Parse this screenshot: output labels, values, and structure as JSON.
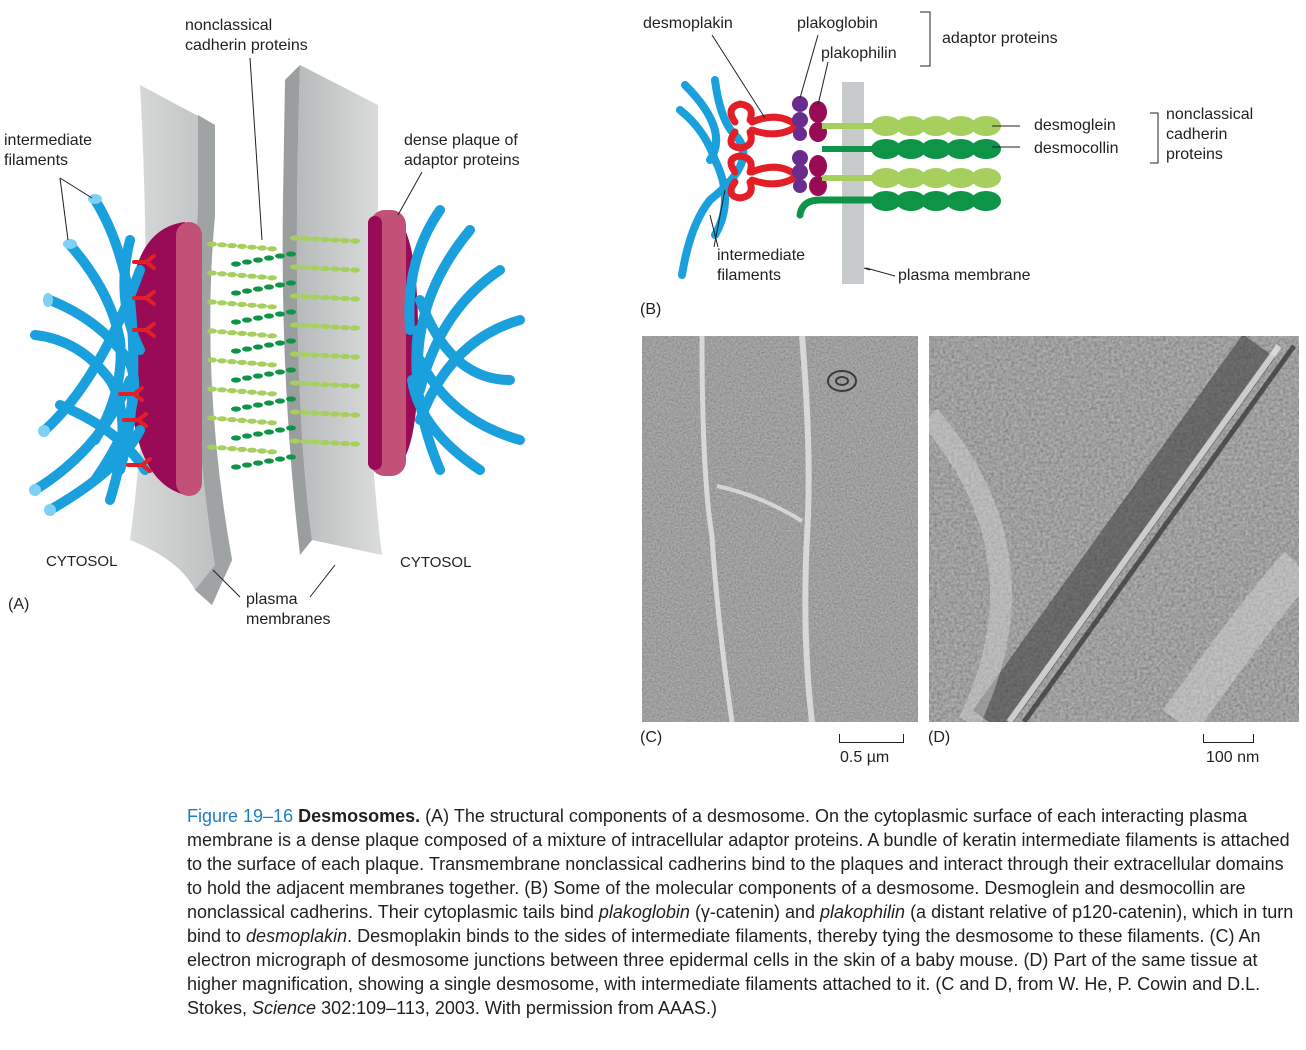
{
  "panel_a": {
    "panel_label": "(A)",
    "label_cadherin": [
      "nonclassical",
      "cadherin proteins"
    ],
    "label_if": [
      "intermediate",
      "filaments"
    ],
    "label_plaque": [
      "dense plaque of",
      "adaptor proteins"
    ],
    "label_cytosol_left": "CYTOSOL",
    "label_cytosol_right": "CYTOSOL",
    "label_membranes": [
      "plasma",
      "membranes"
    ]
  },
  "panel_b": {
    "panel_label": "(B)",
    "desmoplakin": "desmoplakin",
    "plakoglobin": "plakoglobin",
    "plakophilin": "plakophilin",
    "adaptor_proteins": "adaptor proteins",
    "desmoglein": "desmoglein",
    "desmocollin": "desmocollin",
    "nonclassical": [
      "nonclassical",
      "cadherin",
      "proteins"
    ],
    "if": [
      "intermediate",
      "filaments"
    ],
    "plasma_membrane": "plasma membrane"
  },
  "panel_c": {
    "panel_label": "(C)",
    "scale": "0.5 µm"
  },
  "panel_d": {
    "panel_label": "(D)",
    "scale": "100 nm"
  },
  "caption": {
    "figure_number": "Figure 19–16",
    "title": "Desmosomes.",
    "part1": " (A) The structural components of a desmosome. On the cytoplasmic surface of each interacting plasma membrane is a dense plaque composed of a mixture of intracellular adaptor proteins. A bundle of keratin intermediate filaments is attached to the surface of each plaque. Transmembrane nonclassical cadherins bind to the plaques and interact through their extracellular domains to hold the adjacent membranes together. (B) Some of the molecular components of a desmosome. Desmoglein and desmocollin are nonclassical cadherins. Their cytoplasmic tails bind ",
    "it1": "plakoglobin",
    "part2": " (γ-catenin) and ",
    "it2": "plakophilin",
    "part3": " (a distant relative of p120-catenin), which in turn bind to ",
    "it3": "desmoplakin",
    "part4": ". Desmoplakin binds to the sides of intermediate filaments, thereby tying the desmosome to these filaments. (C) An electron micrograph of desmosome junctions between three epidermal cells in the skin of a baby mouse. (D) Part of the same tissue at higher magnification, showing a single desmosome, with intermediate filaments attached to it. (C and D, from W. He, P. Cowin and D.L. Stokes, ",
    "it4": "Science",
    "part5": " 302:109–113, 2003. With permission from AAAS.)"
  },
  "colors": {
    "filament": "#1aa0dc",
    "plaque": "#9a0b57",
    "plaque_edge": "#c25077",
    "adaptor_red": "#e21f26",
    "plakophilin_purple": "#6a2c8e",
    "cadherin_light": "#a6cf5d",
    "cadherin_dark": "#0e9447",
    "membrane": "#c8cbcb",
    "caption_blue": "#1d7fc2"
  }
}
